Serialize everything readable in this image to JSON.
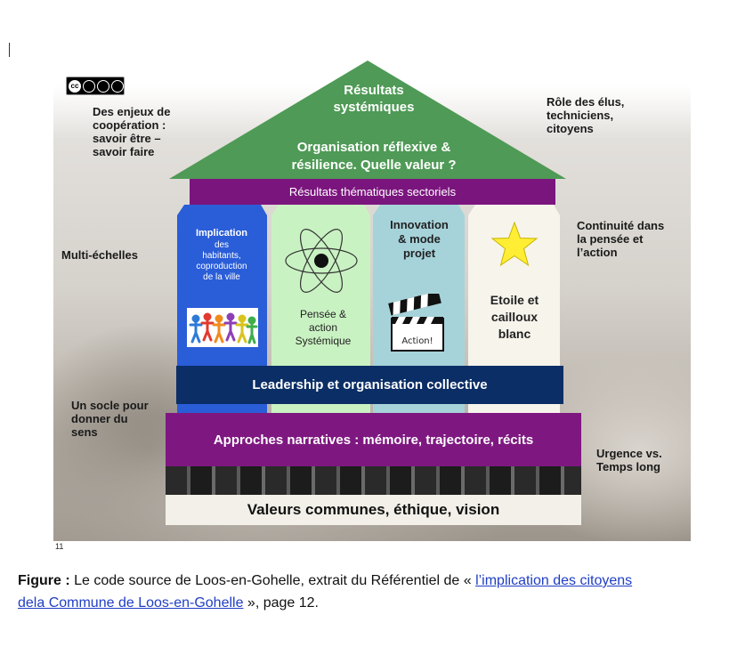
{
  "cc_badge": {
    "label": "cc",
    "terms": "BY NC ND"
  },
  "roof": {
    "top_title_line1": "Résultats",
    "top_title_line2": "systémiques",
    "org_line1": "Organisation réflexive &",
    "org_line2": "résilience. Quelle valeur ?"
  },
  "bands": {
    "thematic": "Résultats thématiques sectoriels",
    "leadership": "Leadership et organisation collective",
    "narrative": "Approches narratives : mémoire, trajectoire, récits",
    "values": "Valeurs communes, éthique, vision"
  },
  "pillars": {
    "p1_title_line1": "Implication",
    "p1_sub_lines": [
      "des",
      "habitants,",
      "coproduction",
      "de la ville"
    ],
    "p2_lines": [
      "Pensée &",
      "action",
      "Systémique"
    ],
    "p3_lines": [
      "Innovation",
      "& mode",
      "projet"
    ],
    "p4_lines": [
      "Etoile et",
      "cailloux",
      "blanc"
    ],
    "clapper_text": "Action!"
  },
  "side_labels": {
    "enjeux": [
      "Des enjeux de",
      "coopération :",
      "savoir être –",
      "savoir faire"
    ],
    "roles": [
      "Rôle des élus,",
      "techniciens,",
      "citoyens"
    ],
    "multi": [
      "Multi-échelles"
    ],
    "continuite": [
      "Continuité dans",
      "la pensée et",
      "l’action"
    ],
    "socle": [
      "Un socle pour",
      "donner du",
      "sens"
    ],
    "urgence": [
      "Urgence vs.",
      "Temps long"
    ]
  },
  "figure_number": "11",
  "caption": {
    "label": "Figure :",
    "text_before": " Le code source de Loos-en-Gohelle, extrait du Référentiel de « ",
    "link_line1": "l’implication des citoyens",
    "link_line2": "dela Commune de Loos-en-Gohelle",
    "text_after": " », page 12."
  },
  "colors": {
    "roof_green": "#4f9a56",
    "purple": "#7b157e",
    "navy": "#0b2e66",
    "pillar_blue": "#2a5dd8",
    "pillar_green": "#c9f2c2",
    "pillar_teal": "#a6d3da",
    "pillar_white": "#f7f4ec",
    "star_yellow": "#ffee33",
    "link_blue": "#1f3ec4"
  }
}
